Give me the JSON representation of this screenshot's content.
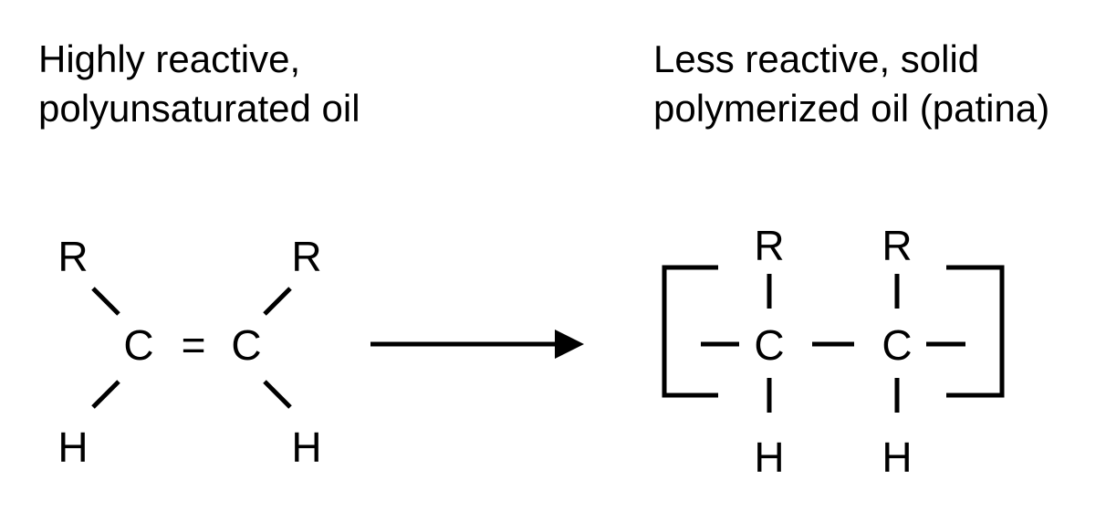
{
  "left_caption": {
    "line1": "Highly reactive,",
    "line2": "polyunsaturated oil"
  },
  "right_caption": {
    "line1": "Less reactive, solid",
    "line2": "polymerized oil (patina)"
  },
  "reactant": {
    "r_left": "R",
    "r_right": "R",
    "c_left": "C",
    "double_bond": "=",
    "c_right": "C",
    "h_left": "H",
    "h_right": "H"
  },
  "product": {
    "r_left": "R",
    "r_right": "R",
    "c_left": "C",
    "c_right": "C",
    "h_left": "H",
    "h_right": "H"
  },
  "colors": {
    "foreground": "#000000",
    "background": "#ffffff"
  }
}
